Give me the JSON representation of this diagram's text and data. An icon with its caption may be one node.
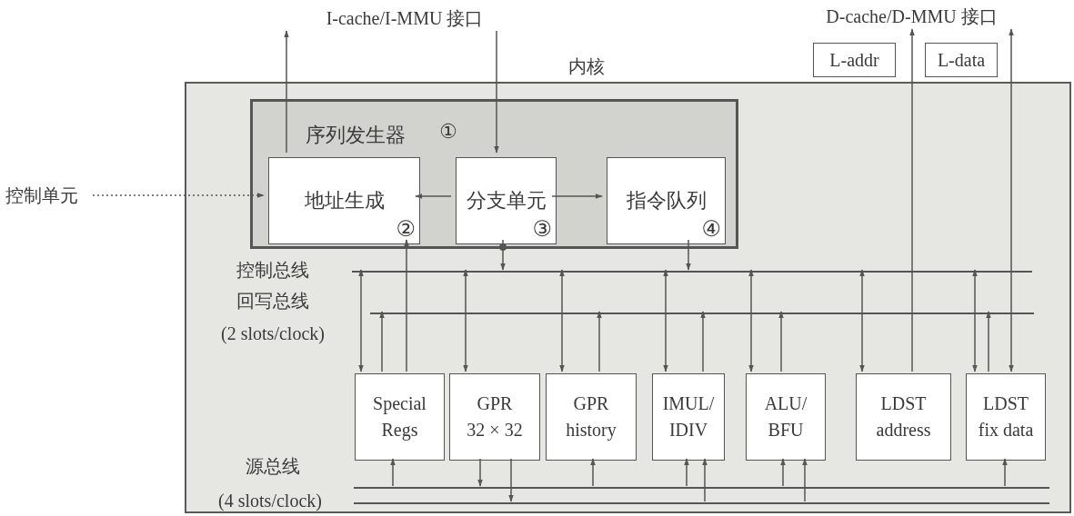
{
  "diagram": {
    "nodes": [
      {
        "text": [
          "I-cache/I-MMU 接口"
        ]
      },
      {
        "text": [
          "D-cache/D-MMU 接口"
        ]
      },
      {
        "text": [
          "L-addr"
        ]
      },
      {
        "text": [
          "L-data"
        ]
      },
      {
        "text": [
          "控制单元"
        ]
      },
      {
        "text": [
          "内核"
        ]
      },
      {
        "text": [
          "序列发生器",
          "①"
        ],
        "in": 5
      },
      {
        "text": [
          "地址生成",
          "②"
        ],
        "in": 6
      },
      {
        "text": [
          "分支单元",
          "③"
        ],
        "in": 6
      },
      {
        "text": [
          "指令队列",
          "④"
        ],
        "in": 6
      },
      {
        "text": [],
        "shape": "bar",
        "in": 5
      },
      {
        "text": [],
        "shape": "bar",
        "in": 5
      },
      {
        "text": [],
        "shape": "bar",
        "in": 5
      },
      {
        "text": [],
        "shape": "bar",
        "in": 5
      },
      {
        "text": [
          "Special Regs"
        ],
        "in": 5
      },
      {
        "text": [
          "GPR 32 × 32"
        ],
        "in": 5
      },
      {
        "text": [
          "GPR history"
        ],
        "in": 5
      },
      {
        "text": [
          "IMUL/ IDIV"
        ],
        "in": 5
      },
      {
        "text": [
          "ALU/ BFU"
        ],
        "in": 5
      },
      {
        "text": [
          "LDST address"
        ],
        "in": 5
      },
      {
        "text": [
          "LDST fix data"
        ],
        "in": 5
      }
    ],
    "edges": [
      {
        "from": 7,
        "to": 0,
        "arrow": "to"
      },
      {
        "from": 0,
        "to": 8,
        "arrow": "to"
      },
      {
        "from": 8,
        "to": 7,
        "arrow": "to"
      },
      {
        "from": 8,
        "to": 9,
        "arrow": "to"
      },
      {
        "from": 4,
        "to": 7,
        "arrow": "to",
        "style": "dashed"
      },
      {
        "from": 8,
        "to": 10,
        "arrow": "to"
      },
      {
        "from": 9,
        "to": 10,
        "arrow": "to"
      },
      {
        "from": 10,
        "to": 14,
        "arrow": "both"
      },
      {
        "from": 14,
        "to": 11,
        "arrow": "to"
      },
      {
        "from": 14,
        "to": 7,
        "arrow": "to"
      },
      {
        "from": 10,
        "to": 15,
        "arrow": "both"
      },
      {
        "from": 10,
        "to": 16,
        "arrow": "both"
      },
      {
        "from": 16,
        "to": 11,
        "arrow": "to"
      },
      {
        "from": 10,
        "to": 17,
        "arrow": "both"
      },
      {
        "from": 17,
        "to": 11,
        "arrow": "to"
      },
      {
        "from": 10,
        "to": 18,
        "arrow": "both"
      },
      {
        "from": 18,
        "to": 11,
        "arrow": "to"
      },
      {
        "from": 10,
        "to": 19,
        "arrow": "both"
      },
      {
        "from": 19,
        "to": 1,
        "arrow": "to"
      },
      {
        "from": 10,
        "to": 20,
        "arrow": "both"
      },
      {
        "from": 20,
        "to": 11,
        "arrow": "to"
      },
      {
        "from": 1,
        "to": 20,
        "arrow": "both"
      },
      {
        "from": 12,
        "to": 14,
        "arrow": "to"
      },
      {
        "from": 15,
        "to": 12,
        "arrow": "to"
      },
      {
        "from": 15,
        "to": 13,
        "arrow": "to"
      },
      {
        "from": 12,
        "to": 16,
        "arrow": "to"
      },
      {
        "from": 12,
        "to": 17,
        "arrow": "to"
      },
      {
        "from": 13,
        "to": 17,
        "arrow": "to"
      },
      {
        "from": 12,
        "to": 18,
        "arrow": "to"
      },
      {
        "from": 13,
        "to": 18,
        "arrow": "to"
      },
      {
        "from": 12,
        "to": 20,
        "arrow": "to"
      }
    ],
    "labels": [
      "控制总线",
      "回写总线",
      "(2 slots/clock)",
      "源总线",
      "(4 slots/clock)"
    ]
  }
}
